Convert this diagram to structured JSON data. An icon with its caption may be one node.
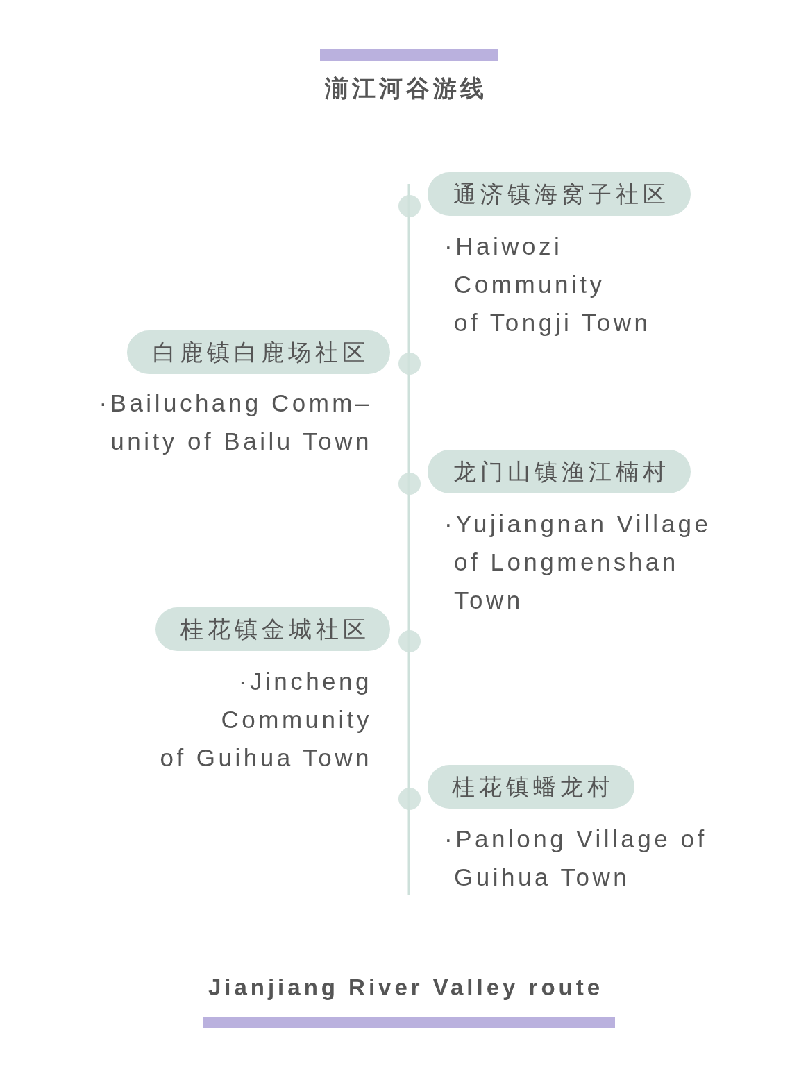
{
  "diagram": {
    "title": "湔江河谷游线",
    "caption": "Jianjiang River Valley route",
    "nodes": [
      {
        "text": [
          "通济镇海窝子社区"
        ],
        "beside": [
          "·Haiwozi Community of Tongji Town"
        ]
      },
      {
        "text": [
          "白鹿镇白鹿场社区"
        ],
        "beside": [
          "·Bailuchang Comm– unity of Bailu Town"
        ]
      },
      {
        "text": [
          "龙门山镇渔江楠村"
        ],
        "beside": [
          "·Yujiangnan Village of Longmenshan Town"
        ]
      },
      {
        "text": [
          "桂花镇金城社区"
        ],
        "beside": [
          "·Jincheng Community of Guihua Town"
        ]
      },
      {
        "text": [
          "桂花镇蟠龙村"
        ],
        "beside": [
          "·Panlong Village of Guihua Town"
        ]
      }
    ]
  }
}
